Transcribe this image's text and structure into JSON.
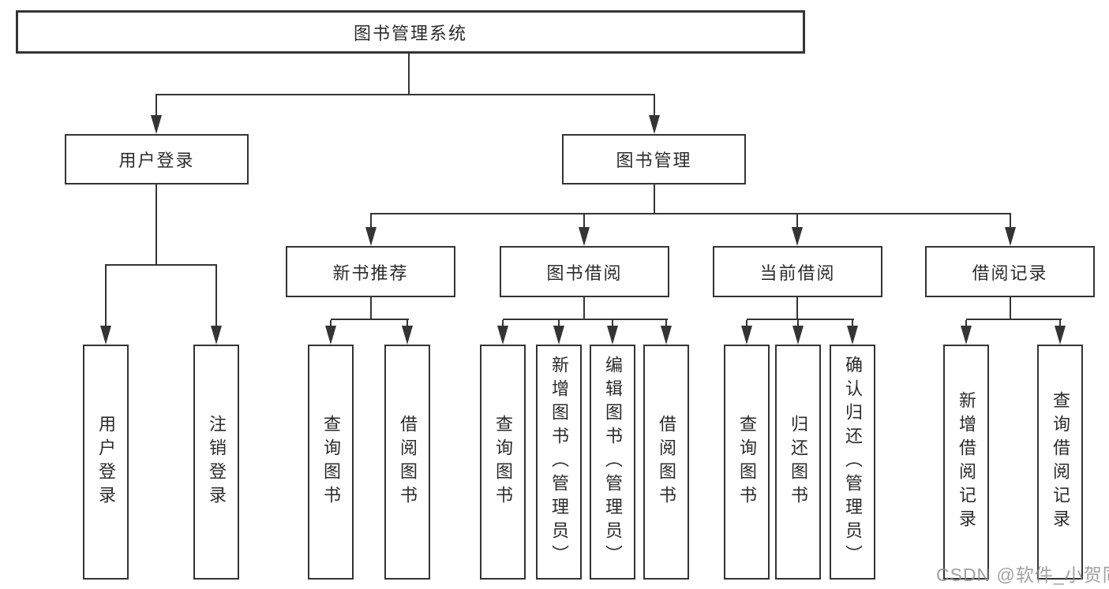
{
  "diagram_title": "图书管理系统",
  "tree": {
    "label": "图书管理系统",
    "children": [
      {
        "label": "用户登录",
        "children": [
          {
            "label": "用户登录"
          },
          {
            "label": "注销登录"
          }
        ]
      },
      {
        "label": "图书管理",
        "children": [
          {
            "label": "新书推荐",
            "children": [
              {
                "label": "查询图书"
              },
              {
                "label": "借阅图书"
              }
            ]
          },
          {
            "label": "图书借阅",
            "children": [
              {
                "label": "查询图书"
              },
              {
                "label": "新增图书（管理员）"
              },
              {
                "label": "编辑图书（管理员）"
              },
              {
                "label": "借阅图书"
              }
            ]
          },
          {
            "label": "当前借阅",
            "children": [
              {
                "label": "查询图书"
              },
              {
                "label": "归还图书"
              },
              {
                "label": "确认归还（管理员）"
              }
            ]
          },
          {
            "label": "借阅记录",
            "children": [
              {
                "label": "新增借阅记录"
              },
              {
                "label": "查询借阅记录"
              }
            ]
          }
        ]
      }
    ]
  },
  "watermark": {
    "text": "CSDN @软件_小贺同学"
  },
  "colors": {
    "line": "#343434",
    "text": "#2b2b2b",
    "background": "#ffffff",
    "watermark": "#919191"
  }
}
